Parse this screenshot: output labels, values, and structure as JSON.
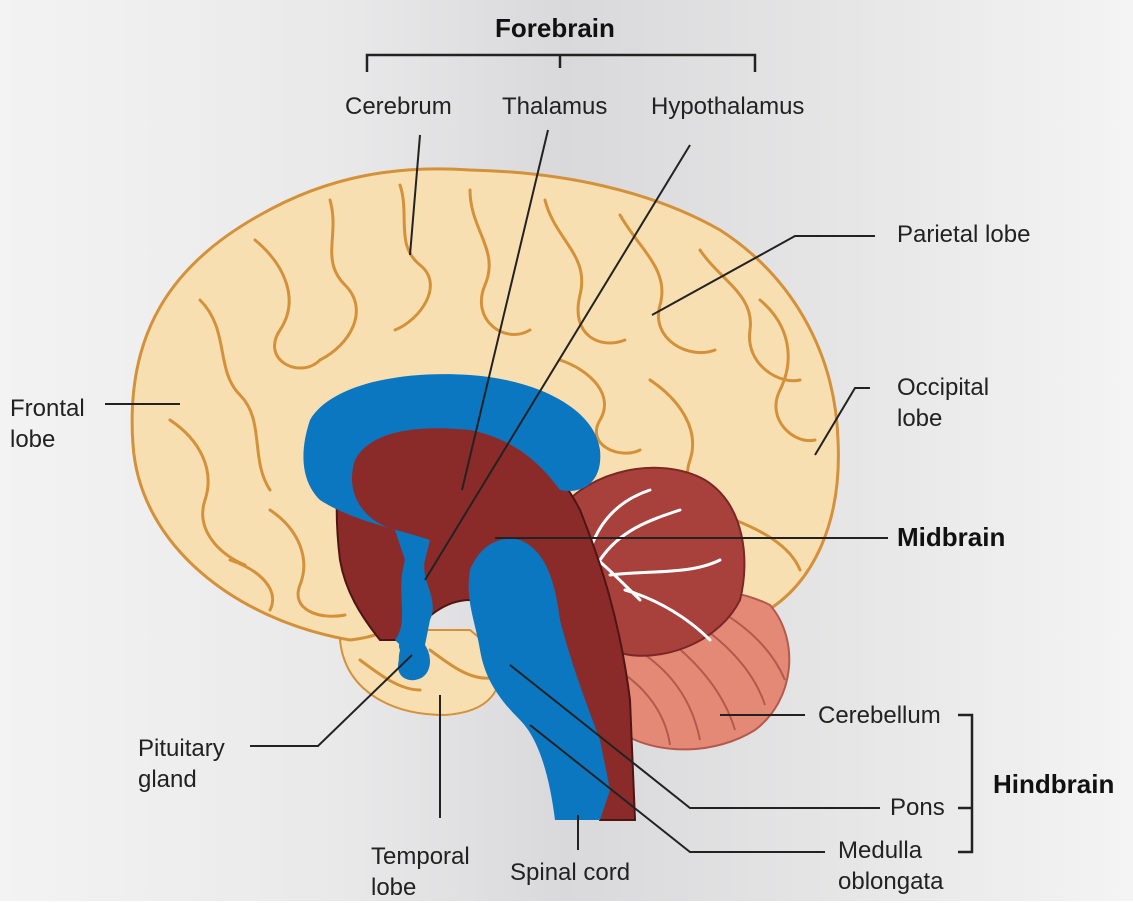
{
  "groups": {
    "forebrain": "Forebrain",
    "midbrain": "Midbrain",
    "hindbrain": "Hindbrain"
  },
  "labels": {
    "cerebrum": "Cerebrum",
    "thalamus": "Thalamus",
    "hypothalamus": "Hypothalamus",
    "parietal_lobe": "Parietal lobe",
    "occipital_lobe": [
      "Occipital",
      "lobe"
    ],
    "frontal_lobe": [
      "Frontal",
      "lobe"
    ],
    "pituitary_gland": [
      "Pituitary",
      "gland"
    ],
    "temporal_lobe": [
      "Temporal",
      "lobe"
    ],
    "spinal_cord": "Spinal cord",
    "cerebellum": "Cerebellum",
    "pons": "Pons",
    "medulla_oblongata": [
      "Medulla",
      "oblongata"
    ]
  },
  "colors": {
    "cortex": "#f7dfb1",
    "cortex_outline": "#d4913a",
    "ventricle": "#0c77c1",
    "deep_structures": "#8b2b29",
    "cerebellum": "#a8413c",
    "cerebellum_lower": "#e58977",
    "leader_line": "#222222"
  }
}
